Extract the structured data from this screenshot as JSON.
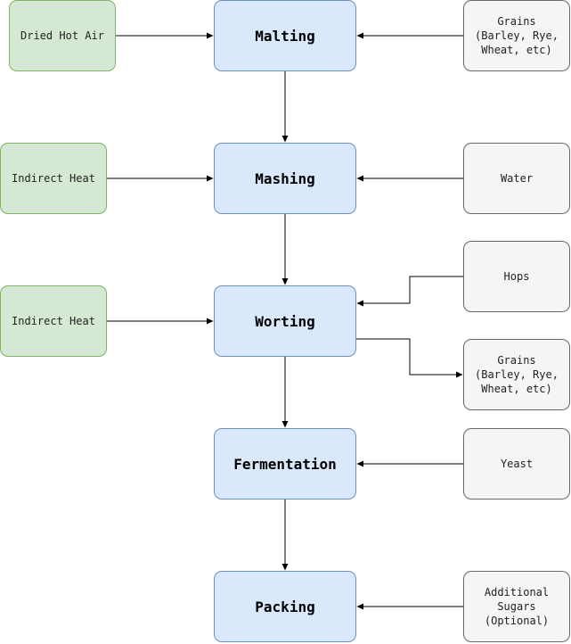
{
  "steps": {
    "malting": "Malting",
    "mashing": "Mashing",
    "worting": "Worting",
    "fermentation": "Fermentation",
    "packing": "Packing"
  },
  "heat_sources": {
    "dried_hot_air": "Dried Hot Air",
    "indirect_heat_mashing": "Indirect Heat",
    "indirect_heat_worting": "Indirect Heat"
  },
  "ingredients": {
    "grains_in": "Grains\n(Barley, Rye,\nWheat, etc)",
    "water": "Water",
    "hops": "Hops",
    "grains_out": "Grains\n(Barley, Rye,\nWheat, etc)",
    "yeast": "Yeast",
    "additional_sugars": "Additional\nSugars\n(Optional)"
  },
  "colors": {
    "step_fill": "#dae8fc",
    "step_stroke": "#6c8ebf",
    "heat_fill": "#d5e8d4",
    "heat_stroke": "#82b366",
    "ingredient_fill": "#f5f5f5",
    "ingredient_stroke": "#666666",
    "connector": "#000000"
  }
}
